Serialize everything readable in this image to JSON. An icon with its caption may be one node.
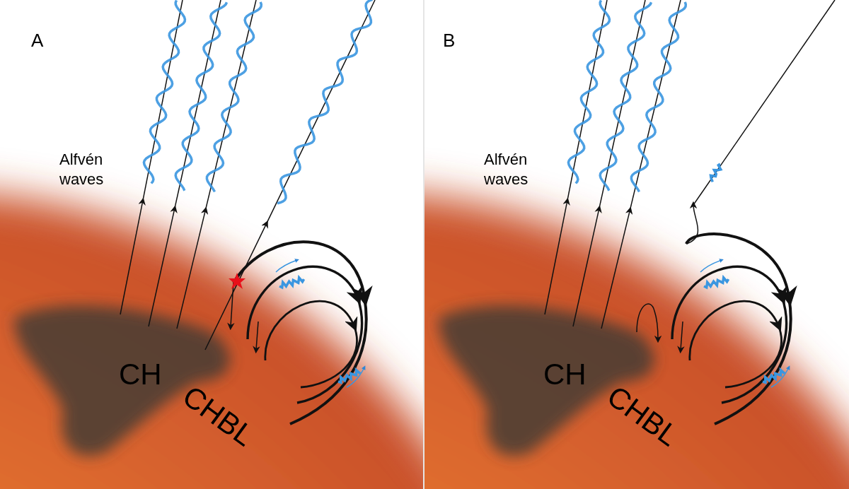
{
  "diagram": {
    "labels": [
      "A",
      "Alfvén waves",
      "CH",
      "CHBL",
      "B",
      "Alfvén waves",
      "CH",
      "CHBL"
    ]
  }
}
